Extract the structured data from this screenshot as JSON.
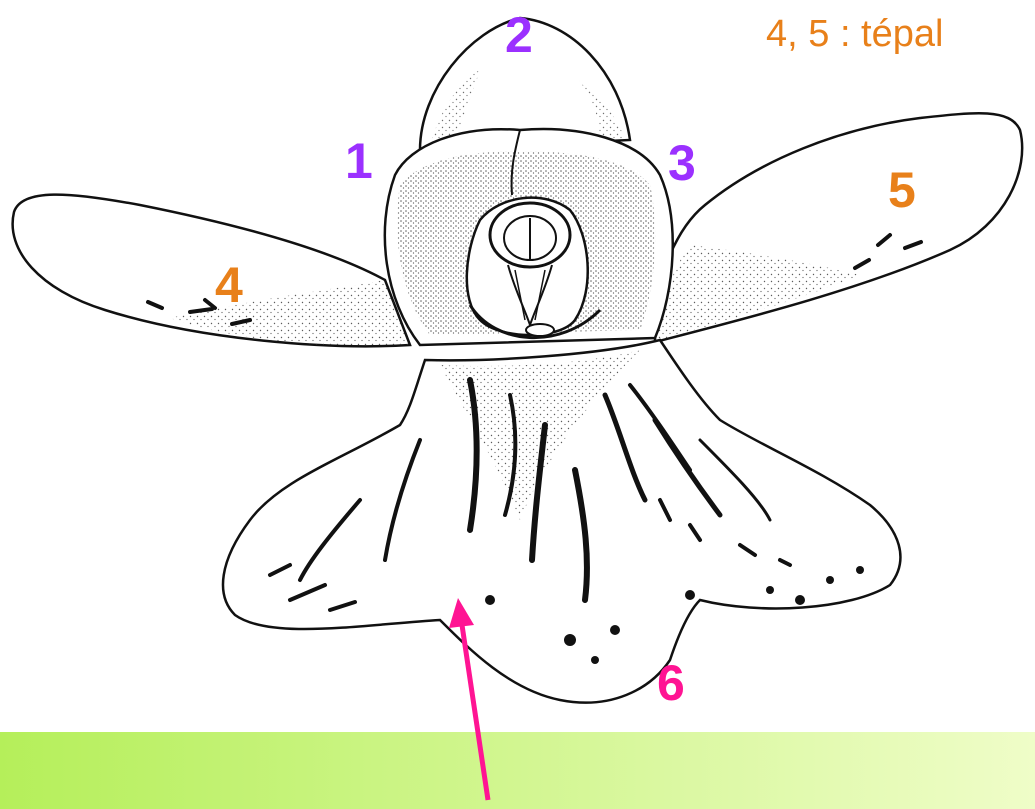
{
  "caption": "4, 5 : tépal",
  "labels": {
    "l1": "1",
    "l2": "2",
    "l3": "3",
    "l4": "4",
    "l5": "5",
    "l6": "6"
  },
  "colors": {
    "purple": "#9b30ff",
    "orange": "#e8801a",
    "magenta": "#ff1493",
    "band_start": "#b8f060",
    "band_end": "#eefcc4",
    "ink": "#111111"
  },
  "icons": {
    "arrow": "arrow-up-icon"
  }
}
